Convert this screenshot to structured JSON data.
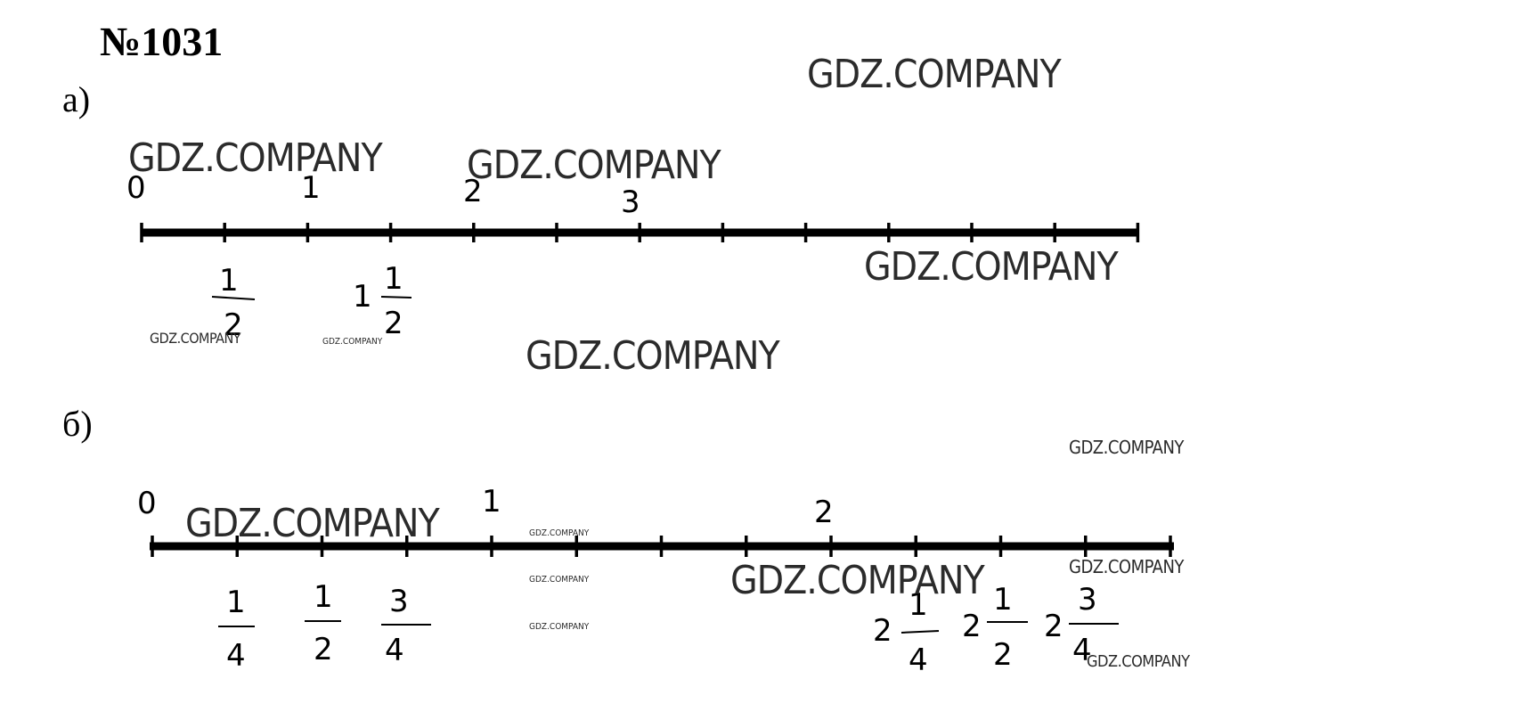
{
  "problem": {
    "number": "№1031",
    "part_a_label": "а)",
    "part_b_label": "б)"
  },
  "number_line_a": {
    "integer_labels": [
      "0",
      "1",
      "2",
      "3"
    ],
    "fraction_labels": [
      {
        "whole": "",
        "numerator": "1",
        "denominator": "2"
      },
      {
        "whole": "1",
        "numerator": "1",
        "denominator": "2"
      }
    ]
  },
  "number_line_b": {
    "integer_labels": [
      "0",
      "1",
      "2"
    ],
    "fraction_labels": [
      {
        "whole": "",
        "numerator": "1",
        "denominator": "4"
      },
      {
        "whole": "",
        "numerator": "1",
        "denominator": "2"
      },
      {
        "whole": "",
        "numerator": "3",
        "denominator": "4"
      },
      {
        "whole": "2",
        "numerator": "1",
        "denominator": "4"
      },
      {
        "whole": "2",
        "numerator": "1",
        "denominator": "2"
      },
      {
        "whole": "2",
        "numerator": "3",
        "denominator": "4"
      }
    ]
  },
  "watermark": {
    "text": "GDZ.COMPANY"
  },
  "colors": {
    "line": "#000000",
    "background": "#ffffff"
  }
}
